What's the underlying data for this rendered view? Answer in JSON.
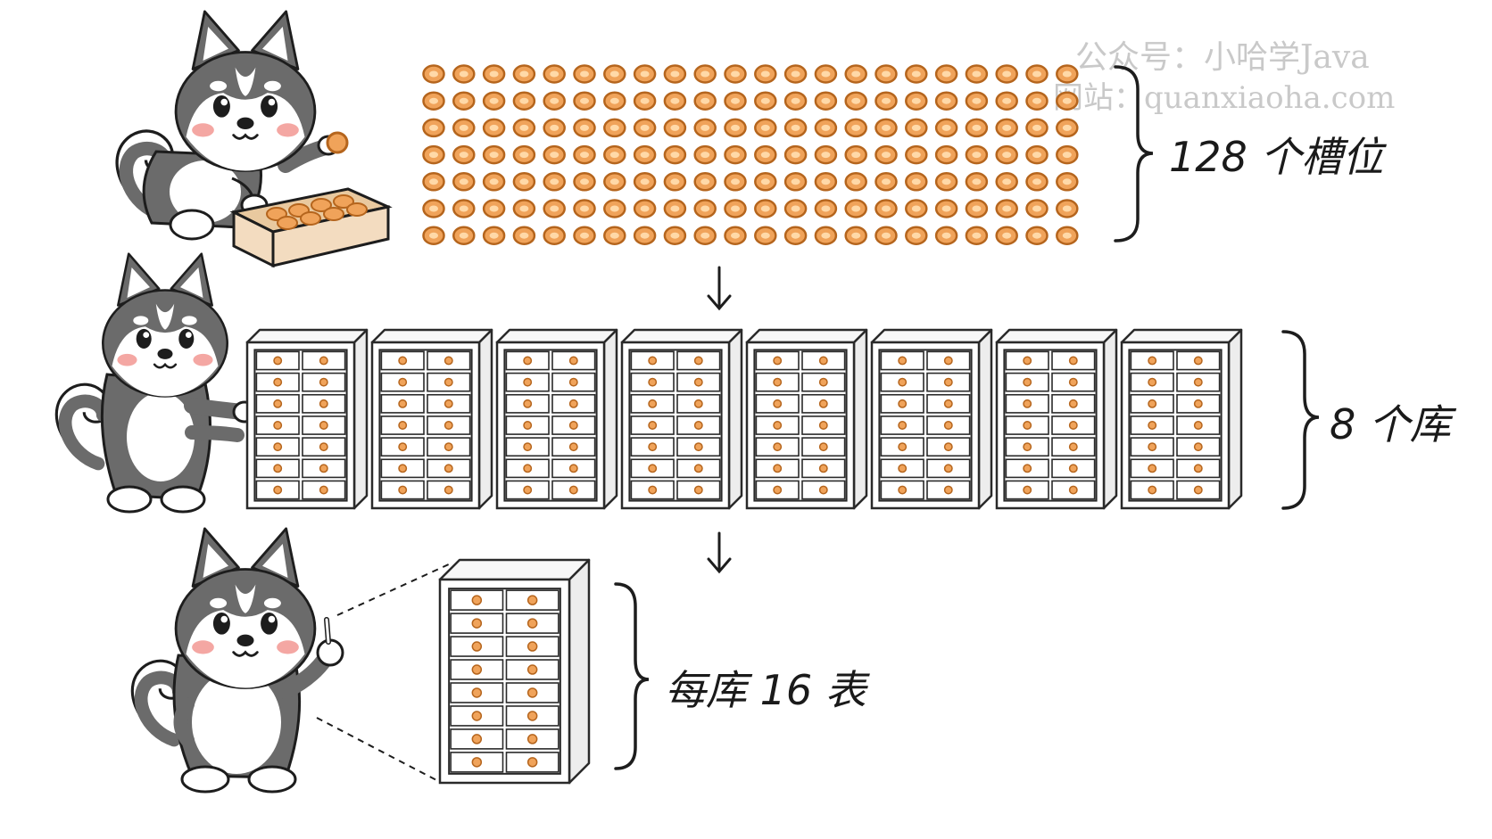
{
  "watermark": {
    "line1": "公众号：小哈学Java",
    "line2": "网站：quanxiaoha.com"
  },
  "labels": {
    "slots": "128 个槽位",
    "databases": "8 个库",
    "tables_per_db": "每库 16 表"
  },
  "diagram": {
    "slot_rows": 7,
    "slot_cols": 22,
    "database_count": 8,
    "drawers_per_cabinet": {
      "rows": 7,
      "cols": 2
    },
    "detail_drawers": {
      "rows": 8,
      "cols": 2
    }
  },
  "colors": {
    "coin_fill": "#f0a35a",
    "coin_rim": "#b5651d",
    "coin_center": "#ffd9a8",
    "cabinet_line": "#2a2a2a",
    "dog_gray": "#6b6b6b",
    "dog_white": "#ffffff",
    "blush": "#f4a7a3",
    "box_fill": "#f3dcc0"
  }
}
